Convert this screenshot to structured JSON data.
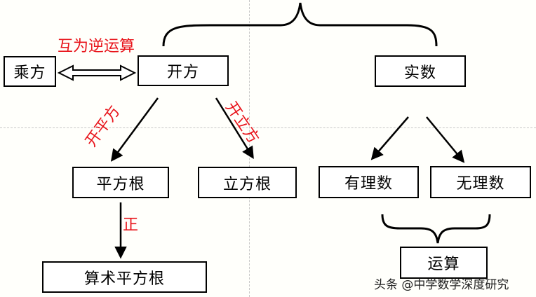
{
  "nodes": {
    "chengfang": "乘方",
    "kaifang": "开方",
    "shishu": "实数",
    "pingfanggen": "平方根",
    "lifanggen": "立方根",
    "youlishu": "有理数",
    "wulishu": "无理数",
    "suanshu_pingfanggen": "算术平方根",
    "yunsuan": "运算"
  },
  "labels": {
    "inverse": "互为逆运算",
    "kai_pingfang": "开平方",
    "kai_lifang": "开立方",
    "zheng": "正"
  },
  "watermark": "头条 @中学数学深度研究",
  "colors": {
    "accent": "#e8141b",
    "line": "#000000"
  }
}
